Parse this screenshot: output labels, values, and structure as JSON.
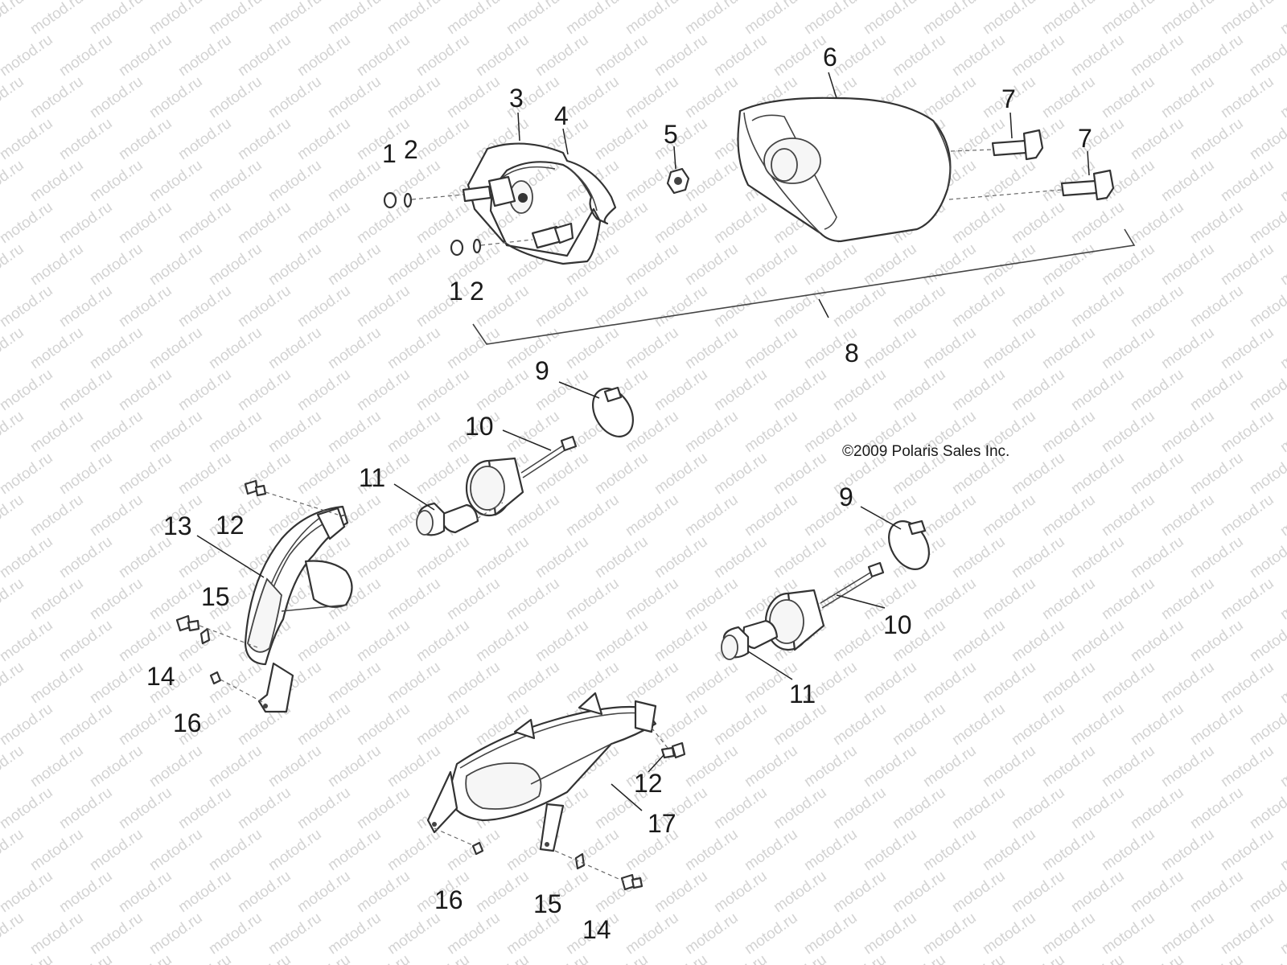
{
  "watermark": {
    "text": "motod.ru"
  },
  "copyright": "©2009 Polaris Sales Inc.",
  "callouts": {
    "c1a": "1",
    "c2a": "2",
    "c1b": "1",
    "c2b": "2",
    "c3": "3",
    "c4": "4",
    "c5": "5",
    "c6": "6",
    "c7a": "7",
    "c7b": "7",
    "c8": "8",
    "c9a": "9",
    "c10a": "10",
    "c11a": "11",
    "c9b": "9",
    "c10b": "10",
    "c11b": "11",
    "c13": "13",
    "c12a": "12",
    "c15a": "15",
    "c14a": "14",
    "c16a": "16",
    "c12b": "12",
    "c17": "17",
    "c16b": "16",
    "c15b": "15",
    "c14b": "14"
  }
}
